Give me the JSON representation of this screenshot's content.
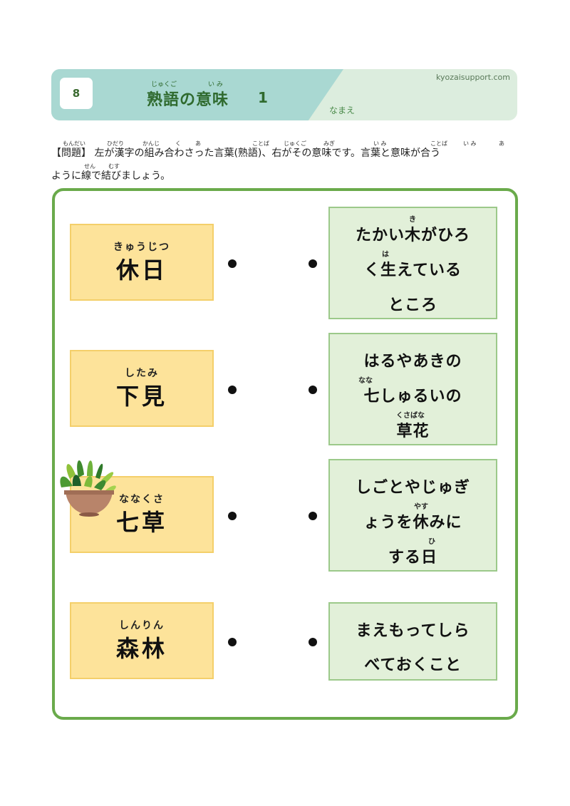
{
  "header": {
    "number": "8",
    "title": "熟語の意味",
    "title_ruby_jukugo": "じゅくご",
    "title_ruby_imi": "い み",
    "title_num": "1",
    "site": "kyozaisupport.com",
    "name_label": "なまえ"
  },
  "instructions": {
    "line1": "【問題】 左が漢字の組み合わさった言葉(熟語)、右がその意味です。言葉と意味が合う",
    "line2": "ように線で結びましょう。",
    "ruby": {
      "mondai": "もんだい",
      "hidari": "ひだり",
      "kanji": "かんじ",
      "ku": "く",
      "a1": "あ",
      "kotoba1": "ことば",
      "jukugo": "じゅくご",
      "migi": "みぎ",
      "imi1": "い み",
      "kotoba2": "ことば",
      "imi2": "い み",
      "a2": "あ",
      "sen": "せん",
      "musu": "むす"
    }
  },
  "left_items": [
    {
      "ruby": "きゅうじつ",
      "word": "休日"
    },
    {
      "ruby": "したみ",
      "word": "下見"
    },
    {
      "ruby": "ななくさ",
      "word": "七草"
    },
    {
      "ruby": "しんりん",
      "word": "森林"
    }
  ],
  "right_items": [
    {
      "lines": [
        "たかい木がひろ",
        "く生えている",
        "ところ"
      ],
      "ruby": [
        "き",
        "は"
      ]
    },
    {
      "lines": [
        "はるやあきの",
        "七しゅるいの",
        "草花"
      ],
      "ruby": [
        "なな",
        "くさばな"
      ]
    },
    {
      "lines": [
        "しごとやじゅぎ",
        "ょうを休みに",
        "する日"
      ],
      "ruby": [
        "やす",
        "ひ"
      ]
    },
    {
      "lines": [
        "まえもってしら",
        "べておくこと"
      ]
    }
  ],
  "colors": {
    "accent_green": "#6aaa4b",
    "left_card": "#fde39a",
    "right_card": "#e2f0d9",
    "header_band": "#a9d8d2"
  }
}
